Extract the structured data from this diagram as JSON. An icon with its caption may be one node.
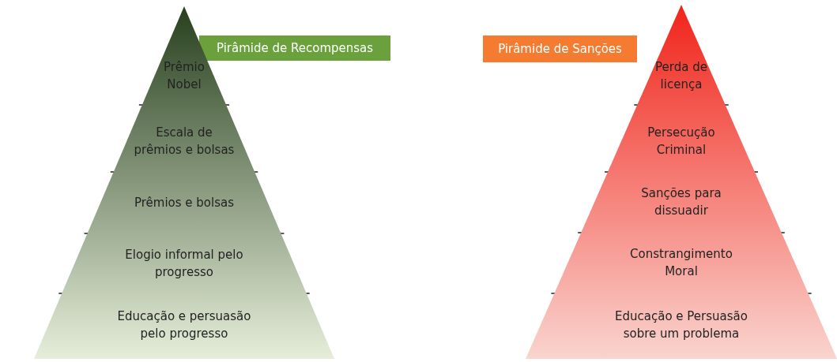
{
  "diagram": {
    "nodes": [
      {
        "text": [
          "Pirâmide de Recompensas"
        ]
      },
      {
        "text": [
          "Prêmio Nobel"
        ]
      },
      {
        "text": [
          "Escala de prêmios e bolsas"
        ]
      },
      {
        "text": [
          "Prêmios e bolsas"
        ]
      },
      {
        "text": [
          "Elogio informal pelo progresso"
        ]
      },
      {
        "text": [
          "Educação e persuasão pelo progresso"
        ]
      },
      {
        "text": [
          "Pirâmide de Sanções"
        ]
      },
      {
        "text": [
          "Perda de licença"
        ]
      },
      {
        "text": [
          "Persecução Criminal"
        ]
      },
      {
        "text": [
          "Sanções para dissuadir"
        ]
      },
      {
        "text": [
          "Constrangimento Moral"
        ]
      },
      {
        "text": [
          "Educação e Persuasão sobre um problema"
        ]
      }
    ]
  }
}
